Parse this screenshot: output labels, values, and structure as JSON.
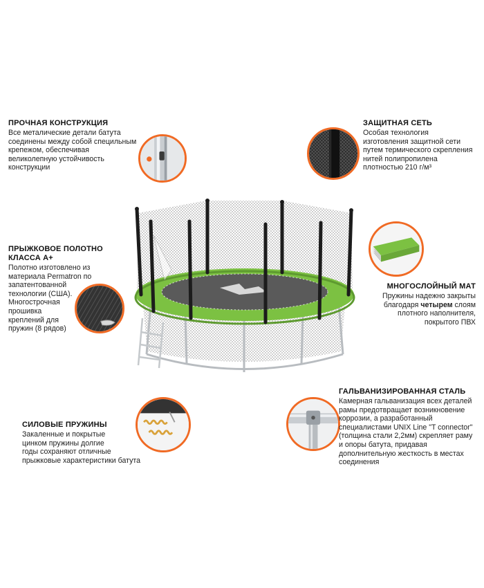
{
  "features": {
    "construction": {
      "title": "ПРОЧНАЯ КОНСТРУКЦИЯ",
      "lines": [
        "Все металические детали батута",
        "соединены между собой специльным",
        "крепежом, обеспечивая",
        "великолепную устойчивость",
        "конструкции"
      ]
    },
    "net": {
      "title": "ЗАЩИТНАЯ СЕТЬ",
      "lines": [
        "Особая технология",
        "изготовления защитной сети",
        "путем термического скрепления",
        "нитей полипропилена",
        "плотностью 210 г/м³"
      ]
    },
    "jumping_mat": {
      "title_lines": [
        "ПРЫЖКОВОЕ ПОЛОТНО",
        "КЛАССА А+"
      ],
      "lines": [
        "Полотно изготовлено из",
        "материала Permatron по",
        "запатентованной",
        "технологии (США).",
        "Многострочная",
        "прошивка",
        "креплений для",
        "пружин (8 рядов)"
      ]
    },
    "multilayer_mat": {
      "title": "МНОГОСЛОЙНЫЙ МАТ",
      "line1": "Пружины надежно закрыты",
      "line2_pre": "благодаря ",
      "line2_bold": "четырем",
      "line2_post": " слоям",
      "line3": "плотного наполнителя,",
      "line4": "покрытого ПВХ"
    },
    "galvanized": {
      "title": "ГАЛЬВАНИЗИРОВАННАЯ СТАЛЬ",
      "lines": [
        "Камерная гальванизация всех деталей",
        "рамы предотвращает возникновение",
        "коррозии, а разработанный",
        "специалистами  UNIX Line \"T connector\"",
        "(толщина стали 2,2мм) скрепляет раму",
        "и опоры батута, придавая",
        "дополнительную жесткость в местах",
        "соединения"
      ]
    },
    "springs": {
      "title": "СИЛОВЫЕ ПРУЖИНЫ",
      "lines": [
        "Закаленные и покрытые",
        "цинком пружины долгие",
        "годы сохраняют отличные",
        "прыжковые характеристики батута"
      ]
    }
  },
  "colors": {
    "accent_ring": "#f06a24",
    "pad_green": "#7cc142",
    "frame_black": "#1c1c1c",
    "metal": "#b8bcc0"
  }
}
